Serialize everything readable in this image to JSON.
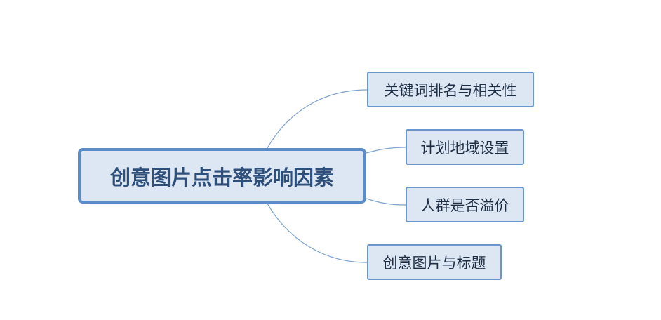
{
  "mindmap": {
    "root": {
      "label": "创意图片点击率影响因素"
    },
    "children": [
      {
        "label": "关键词排名与相关性"
      },
      {
        "label": "计划地域设置"
      },
      {
        "label": "人群是否溢价"
      },
      {
        "label": "创意图片与标题"
      }
    ],
    "colors": {
      "node_fill": "#dde7f3",
      "root_border": "#5b8cc8",
      "child_border": "#6a96ce",
      "connector": "#7da2cf",
      "root_text": "#2d4f7a"
    }
  }
}
